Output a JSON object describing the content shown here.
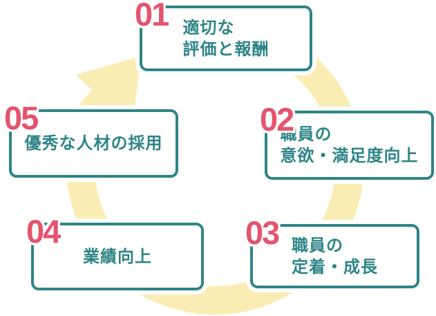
{
  "diagram": {
    "type": "cycle",
    "title": "",
    "steps": [
      {
        "number": "01",
        "lines": [
          "適切な",
          "評価と報酬"
        ]
      },
      {
        "number": "02",
        "lines": [
          "職員の",
          "意欲・満足度向上"
        ]
      },
      {
        "number": "03",
        "lines": [
          "職員の",
          "定着・成長"
        ]
      },
      {
        "number": "04",
        "lines": [
          "業績向上"
        ]
      },
      {
        "number": "05",
        "lines": [
          "優秀な人材の採用"
        ]
      }
    ],
    "flow_order": [
      "01",
      "02",
      "03",
      "04",
      "05"
    ],
    "direction": "clockwise"
  },
  "colors": {
    "ring": "#faedb4",
    "box_border": "#2e8487",
    "box_background": "#ffffff",
    "text": "#2e8487",
    "number": "#e4546c",
    "outline_halo": "#ffffff"
  }
}
